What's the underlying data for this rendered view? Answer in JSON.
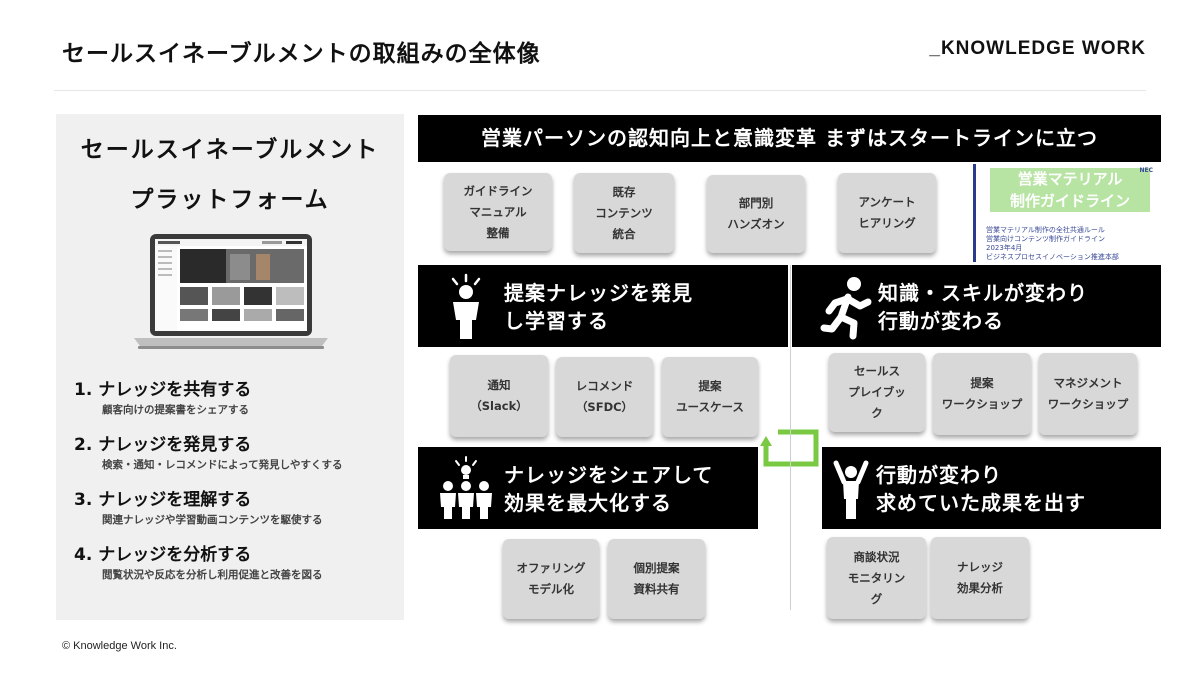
{
  "header": {
    "title": "セールスイネーブルメントの取組みの全体像",
    "brand": "_KNOWLEDGE WORK"
  },
  "left_panel": {
    "title_line1": "セールスイネーブルメント",
    "title_line2": "プラットフォーム",
    "steps": [
      {
        "heading": "1.  ナレッジを共有する",
        "desc": "顧客向けの提案書をシェアする"
      },
      {
        "heading": "2.  ナレッジを発見する",
        "desc": "検索・通知・レコメンドによって発見しやすくする"
      },
      {
        "heading": "3.  ナレッジを理解する",
        "desc": "関連ナレッジや学習動画コンテンツを駆使する"
      },
      {
        "heading": "4.  ナレッジを分析する",
        "desc": "閲覧状況や反応を分析し利用促進と改善を図る"
      }
    ]
  },
  "top_banner": "営業パーソンの認知向上と意識変革 まずはスタートラインに立つ",
  "top_cards": [
    "ガイドライン\nマニュアル\n整備",
    "既存\nコンテンツ\n統合",
    "部門別\nハンズオン",
    "アンケート\nヒアリング"
  ],
  "guideline": {
    "title": "営業マテリアル\n制作ガイドライン",
    "text": "営業マテリアル制作の全社共通ルール\n営業向けコンテンツ制作ガイドライン\n2023年4月\nビジネスプロセスイノベーション推進本部",
    "logo": "NEC"
  },
  "quadrants": {
    "discover": "提案ナレッジを発見\nし学習する",
    "skill": "知識・スキルが変わり\n行動が変わる",
    "share": "ナレッジをシェアして\n効果を最大化する",
    "result": "行動が変わり\n求めていた成果を出す"
  },
  "discover_cards": [
    "通知\n（Slack）",
    "レコメンド\n（SFDC）",
    "提案\nユースケース"
  ],
  "skill_cards": [
    "セールス\nプレイブッ\nク",
    "提案\nワークショップ",
    "マネジメント\nワークショップ"
  ],
  "share_cards": [
    "オファリング\nモデル化",
    "個別提案\n資料共有"
  ],
  "result_cards": [
    "商談状況\nモニタリン\nグ",
    "ナレッジ\n効果分析"
  ],
  "colors": {
    "bar": "#000000",
    "card": "#d8d8d8",
    "cycle_arrow": "#7ac943",
    "guide_title": "#b7e3a3"
  },
  "icons": [
    "laptop-screenshot",
    "person-idea-icon",
    "running-person-icon",
    "group-idea-icon",
    "person-raised-arms-icon",
    "cycle-arrow-icon"
  ],
  "footer": "© Knowledge Work Inc."
}
